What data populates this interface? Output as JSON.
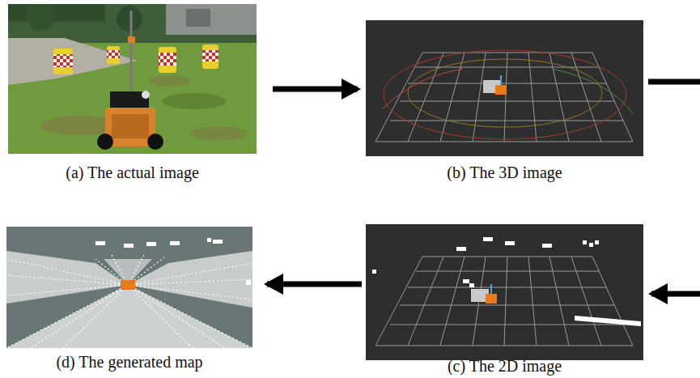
{
  "diagram": {
    "nodes": [
      {
        "text": [
          "(a) The actual image"
        ]
      },
      {
        "text": [
          "(b) The 3D image"
        ]
      },
      {
        "text": [
          "(d) The generated map"
        ]
      },
      {
        "text": [
          "(c) The 2D image"
        ]
      }
    ],
    "edges": [
      {
        "from": 0,
        "to": 1,
        "arrow": "to"
      },
      {
        "from": 1,
        "to": 3,
        "arrow": "to"
      },
      {
        "from": 3,
        "to": 2,
        "arrow": "to"
      }
    ]
  }
}
